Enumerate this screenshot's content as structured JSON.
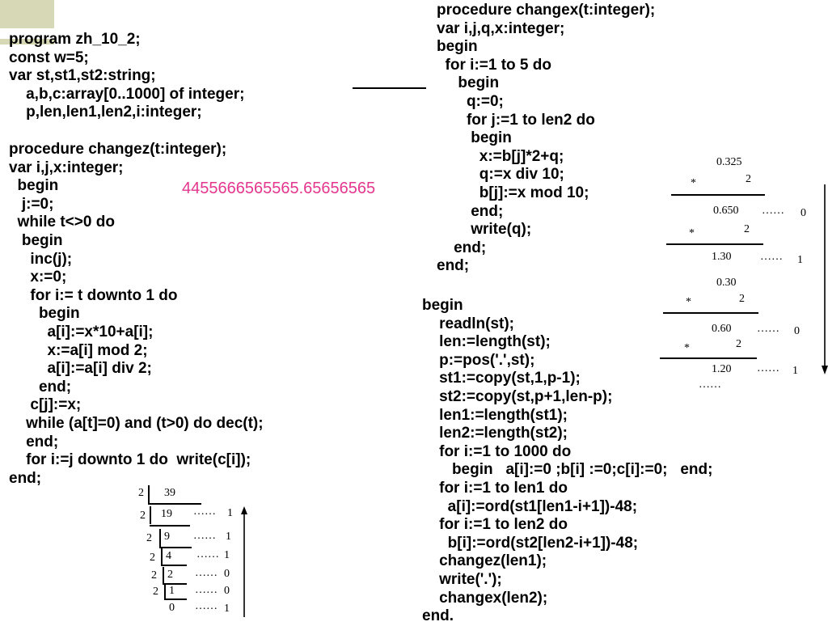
{
  "code": {
    "left_top": [
      "program zh_10_2;",
      "const w=5;",
      "var st,st1,st2:string;",
      "    a,b,c:array[0..1000] of integer;",
      "    p,len,len1,len2,i:integer;"
    ],
    "left_mid": [
      "procedure changez(t:integer);",
      "var i,j,x:integer;",
      "  begin",
      "   j:=0;",
      "  while t<>0 do",
      "   begin",
      "     inc(j);",
      "     x:=0;",
      "     for i:= t downto 1 do",
      "       begin",
      "         a[i]:=x*10+a[i];",
      "         x:=a[i] mod 2;",
      "         a[i]:=a[i] div 2;",
      "       end;",
      "     c[j]:=x;",
      "    while (a[t]=0) and (t>0) do dec(t);",
      "    end;",
      "    for i:=j downto 1 do  write(c[i]);",
      "end;"
    ],
    "right_top": [
      "procedure changex(t:integer);",
      "var i,j,q,x:integer;",
      "begin",
      "  for i:=1 to 5 do",
      "     begin",
      "       q:=0;",
      "       for j:=1 to len2 do",
      "        begin",
      "          x:=b[j]*2+q;",
      "          q:=x div 10;",
      "          b[j]:=x mod 10;",
      "        end;",
      "        write(q);",
      "    end;",
      "end;"
    ],
    "right_main": [
      "begin",
      "    readln(st);",
      "    len:=length(st);",
      "    p:=pos('.',st);",
      "    st1:=copy(st,1,p-1);",
      "    st2:=copy(st,p+1,len-p);",
      "    len1:=length(st1);",
      "    len2:=length(st2);",
      "    for i:=1 to 1000 do",
      "       begin   a[i]:=0 ;b[i] :=0;c[i]:=0;   end;",
      "    for i:=1 to len1 do",
      "      a[i]:=ord(st1[len1-i+1])-48;",
      "    for i:=1 to len2 do",
      "      b[i]:=ord(st2[len2-i+1])-48;",
      "    changez(len1);",
      "    write('.');",
      "    changex(len2);",
      "end."
    ]
  },
  "pink_number": "4455666565565.65656565",
  "fraction_figure": {
    "start": "0.325",
    "steps": [
      {
        "mult": "2",
        "product": "0.650",
        "dots": "……",
        "bit": "0"
      },
      {
        "mult": "2",
        "product": "1.30",
        "dots": "……",
        "bit": "1"
      },
      {
        "mult": "2",
        "product": "0.60",
        "dots": "……",
        "bit": "0"
      },
      {
        "mult": "2",
        "product": "1.20",
        "dots": "……",
        "bit": "1"
      }
    ],
    "mult_sign": "*",
    "intermediate": "0.30",
    "trailing": "……"
  },
  "division_figure": {
    "rows": [
      {
        "divisor": "2",
        "dividend": "39",
        "dots": "",
        "rem": ""
      },
      {
        "divisor": "2",
        "dividend": "19",
        "dots": "……",
        "rem": "1"
      },
      {
        "divisor": "2",
        "dividend": "9",
        "dots": "……",
        "rem": "1"
      },
      {
        "divisor": "2",
        "dividend": "4",
        "dots": "……",
        "rem": "1"
      },
      {
        "divisor": "2",
        "dividend": "2",
        "dots": "……",
        "rem": "0"
      },
      {
        "divisor": "2",
        "dividend": "1",
        "dots": "……",
        "rem": "0"
      },
      {
        "divisor": "",
        "dividend": "0",
        "dots": "……",
        "rem": "1"
      }
    ]
  }
}
